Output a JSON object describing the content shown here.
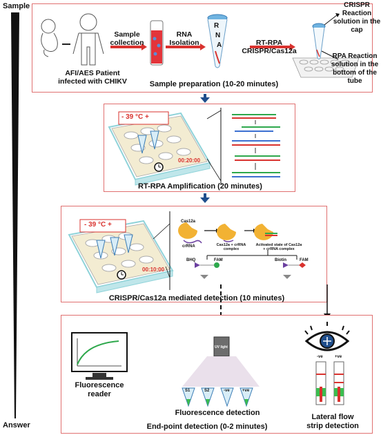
{
  "axis": {
    "top_label": "Sample",
    "bottom_label": "Answer"
  },
  "prep": {
    "patient_label": "AFI/AES Patient infected with CHIKV",
    "patient_line1": "AFI/AES Patient",
    "patient_line2": "infected with CHIKV",
    "sample_collection_1": "Sample",
    "sample_collection_2": "collection",
    "rna_1": "RNA",
    "rna_2": "Isolation",
    "tube_letters": [
      "R",
      "N",
      "A"
    ],
    "rtrpa_1": "RT-RPA",
    "rtrpa_2": "CRISPR/Cas12a",
    "crispr_note": [
      "CRISPR",
      "Reaction",
      "solution in the",
      "cap"
    ],
    "rpa_note": [
      "RPA Reaction",
      "solution in the",
      "bottom of the",
      "tube"
    ],
    "title": "Sample preparation (10-20 minutes)"
  },
  "amp": {
    "temp": "-   39 °C   +",
    "timer": "00:20:00",
    "title": "RT-RPA Amplification (20 minutes)"
  },
  "detect": {
    "temp": "-   39 °C +",
    "timer": "00:10:00",
    "cas12a": "Cas12a",
    "crrna": "crRNA",
    "complex": [
      "Cas12a + crRNA",
      "complex"
    ],
    "activated": [
      "Activated state of Cas12a",
      "+ crRNA complex"
    ],
    "bhq": "BHQ",
    "fam1": "FAM",
    "biotin": "Biotin",
    "fam2": "FAM",
    "title": "CRISPR/Cas12a mediated detection (10 minutes)"
  },
  "endpoint": {
    "reader_1": "Fluorescence",
    "reader_2": "reader",
    "uv": "UV light",
    "tubes": [
      "S1",
      "S2",
      "-ve",
      "+ve"
    ],
    "fluor_detection": "Fluorescence detection",
    "strip_marks": [
      "-ve",
      "+ve"
    ],
    "lateral_1": "Lateral flow",
    "lateral_2": "strip detection",
    "title": "End-point detection (0-2 minutes)"
  },
  "colors": {
    "box_border": "#e07070",
    "arrow_red": "#d9322e",
    "arrow_blue": "#1f4e8c",
    "wedge": "#111111"
  }
}
